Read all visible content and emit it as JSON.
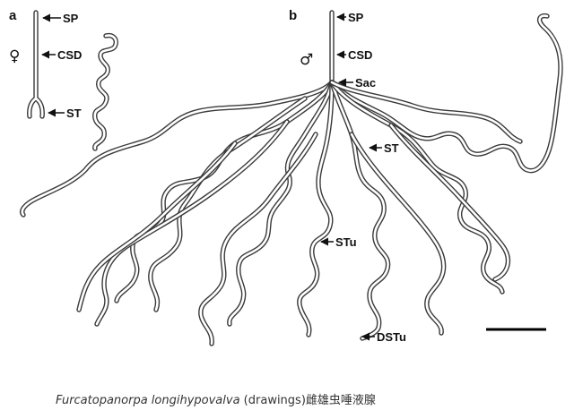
{
  "panels": [
    {
      "letter": "a",
      "sex_symbol": "♀",
      "labels": [
        "SP",
        "CSD",
        "ST"
      ]
    },
    {
      "letter": "b",
      "sex_symbol": "♂",
      "labels": [
        "SP",
        "CSD",
        "Sac",
        "ST",
        "STu",
        "DSTu"
      ]
    }
  ],
  "caption": {
    "species": "Furcatopanorpa longihypovalva",
    "note": " (drawings)",
    "chinese": "雌雄虫唾液腺"
  },
  "scale_bar": {
    "color": "#000000"
  }
}
